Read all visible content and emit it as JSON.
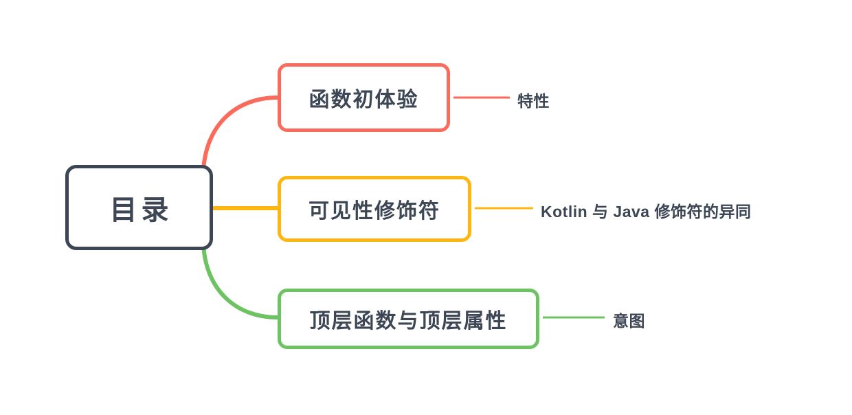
{
  "diagram": {
    "type": "mind-map",
    "background_color": "#ffffff",
    "text_color": "#3d4654",
    "root": {
      "label": "目录",
      "color": "#3d4654"
    },
    "branches": [
      {
        "id": "b1",
        "label": "函数初体验",
        "color": "#fb6b5b",
        "color_name": "coral-red",
        "connector": "curve-up",
        "leaf": {
          "label": "特性",
          "connector": "straight"
        }
      },
      {
        "id": "b2",
        "label": "可见性修饰符",
        "color": "#ffb60f",
        "color_name": "amber",
        "connector": "straight",
        "leaf": {
          "label": "Kotlin 与 Java 修饰符的异同",
          "connector": "straight"
        }
      },
      {
        "id": "b3",
        "label": "顶层函数与顶层属性",
        "color": "#6dc362",
        "color_name": "green",
        "connector": "curve-down",
        "leaf": {
          "label": "意图",
          "connector": "straight"
        }
      }
    ]
  }
}
